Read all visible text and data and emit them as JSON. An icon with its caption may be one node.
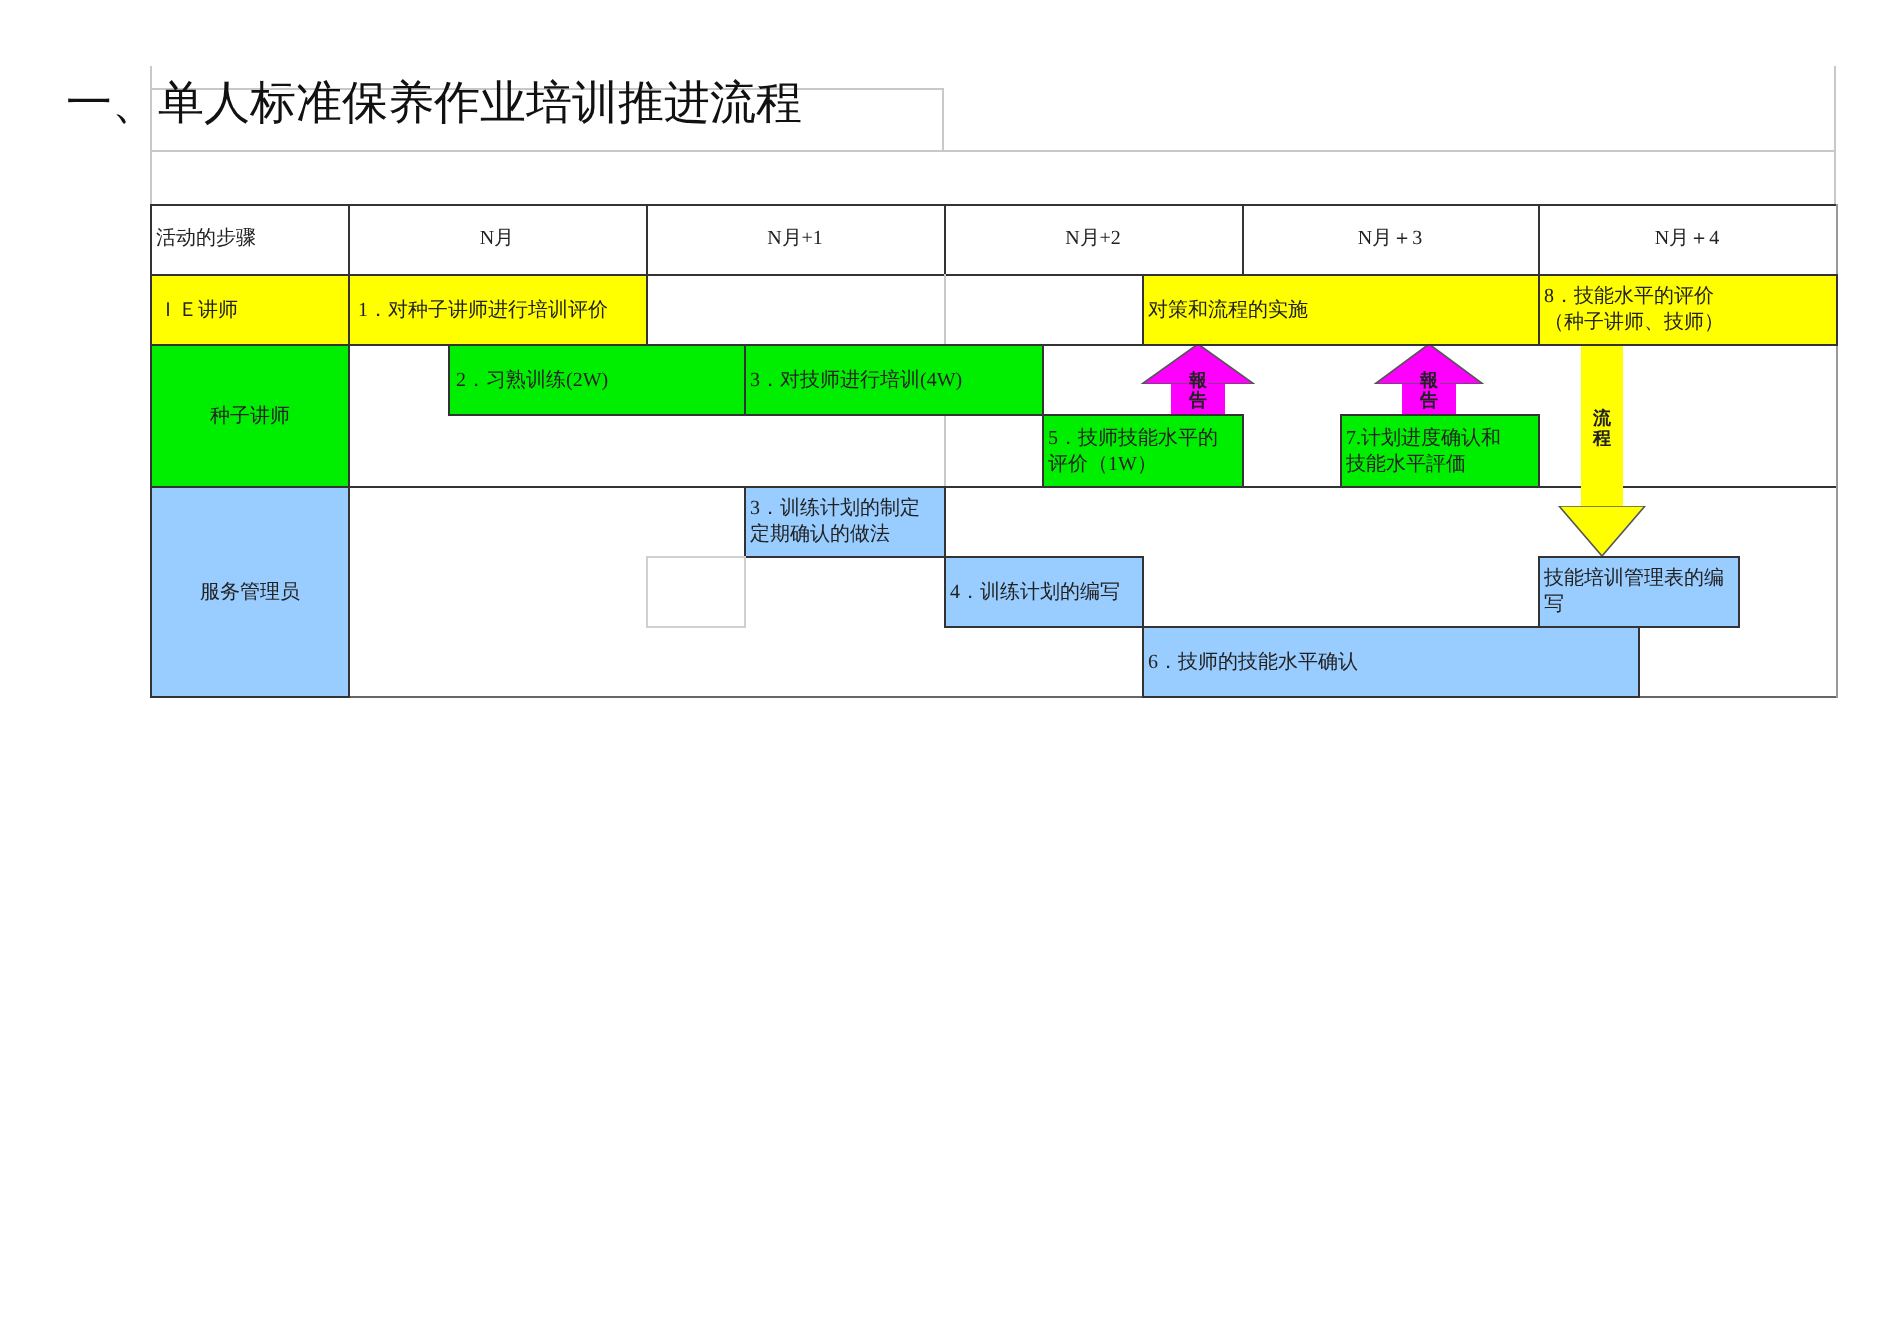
{
  "diagram": {
    "title": "一、单人标准保养作业培训推进流程",
    "nodes": [
      {
        "text": [
          "ＩＥ讲师"
        ]
      },
      {
        "text": [
          "1．对种子讲师进行培训评价"
        ]
      },
      {
        "text": [
          "对策和流程的实施"
        ]
      },
      {
        "text": [
          "8．技能水平的评价（种子讲师、技师）"
        ]
      },
      {
        "text": [
          "种子讲师"
        ]
      },
      {
        "text": [
          "2．习熟训练(2W)"
        ]
      },
      {
        "text": [
          "3．对技师进行培训(4W)"
        ]
      },
      {
        "text": [
          "5．技师技能水平的评价（1W）"
        ]
      },
      {
        "text": [
          "7.计划进度确认和技能水平評価"
        ]
      },
      {
        "text": [
          "服务管理员"
        ]
      },
      {
        "text": [
          "3．训练计划的制定定期确认的做法"
        ]
      },
      {
        "text": [],
        "shape": "box"
      },
      {
        "text": [
          "4．训练计划的编写"
        ]
      },
      {
        "text": [
          "技能培训管理表的编写"
        ]
      },
      {
        "text": [
          "6．技师的技能水平确认"
        ]
      }
    ],
    "edges": [
      {
        "from": 7,
        "to": 2,
        "arrow": "to",
        "label": "報告"
      },
      {
        "from": 8,
        "to": 2,
        "arrow": "to",
        "label": "報告"
      },
      {
        "from": 3,
        "to": 13,
        "arrow": "to",
        "label": "流程",
        "color": "#ffff00"
      }
    ],
    "labels": [
      "活动的步骤",
      "N月",
      "N月+1",
      "N月+2",
      "N月＋3",
      "N月＋4"
    ]
  }
}
